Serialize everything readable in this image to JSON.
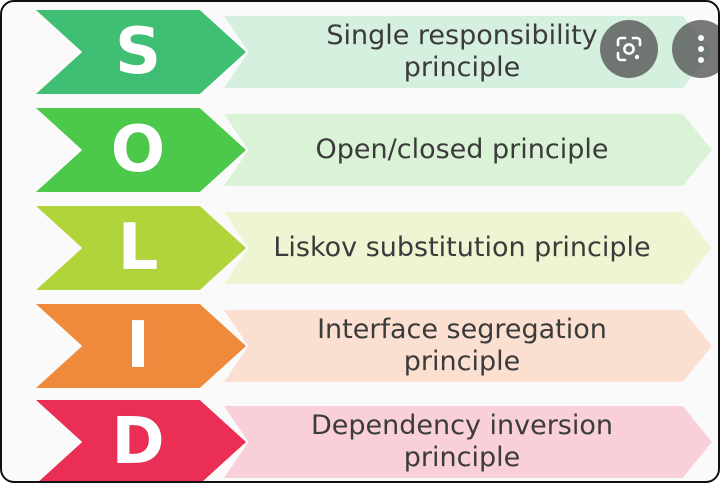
{
  "principles": [
    {
      "letter": "S",
      "label": "Single responsibility\nprinciple",
      "badge_color": "#3fbf73",
      "banner_color": "#d6f0e0"
    },
    {
      "letter": "O",
      "label": "Open/closed principle",
      "badge_color": "#4cc84a",
      "banner_color": "#daf3d6"
    },
    {
      "letter": "L",
      "label": "Liskov substitution principle",
      "badge_color": "#b0d43a",
      "banner_color": "#eef5d2"
    },
    {
      "letter": "I",
      "label": "Interface segregation\nprinciple",
      "badge_color": "#ef8a3c",
      "banner_color": "#fbe0d2"
    },
    {
      "letter": "D",
      "label": "Dependency inversion\nprinciple",
      "badge_color": "#ea2e55",
      "banner_color": "#f9d0da"
    }
  ],
  "overlay": {
    "lens_icon": "google-lens-icon",
    "more_icon": "more-vertical-icon"
  }
}
